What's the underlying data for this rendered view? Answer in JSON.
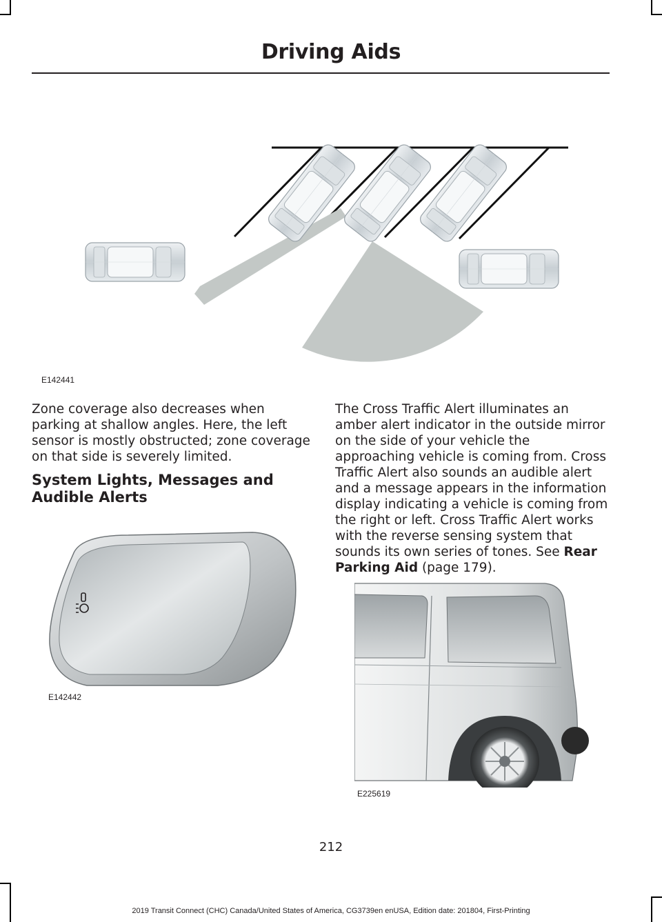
{
  "header": {
    "title": "Driving Aids"
  },
  "figures": {
    "parking": {
      "label": "E142441"
    },
    "mirror": {
      "label": "E142442"
    },
    "van": {
      "label": "E225619"
    }
  },
  "left_column": {
    "paragraph": "Zone coverage also decreases when parking at shallow angles. Here, the left sensor is mostly obstructed; zone coverage on that side is severely limited.",
    "heading": "System Lights, Messages and Audible Alerts"
  },
  "right_column": {
    "paragraph_main": "The Cross Traffic Alert illuminates an amber alert indicator in the outside mirror on the side of your vehicle the approaching vehicle is coming from. Cross Traffic Alert also sounds an audible alert and a message appears in the information display indicating a vehicle is coming from the right or left. Cross Traffic Alert works with the reverse sensing system that sounds its own series of tones.  See ",
    "link_text": "Rear Parking Aid",
    "paragraph_tail": " (page 179)."
  },
  "page_number": "212",
  "footer": "2019 Transit Connect (CHC) Canada/United States of America, CG3739en enUSA, Edition date: 201804, First-Printing"
}
